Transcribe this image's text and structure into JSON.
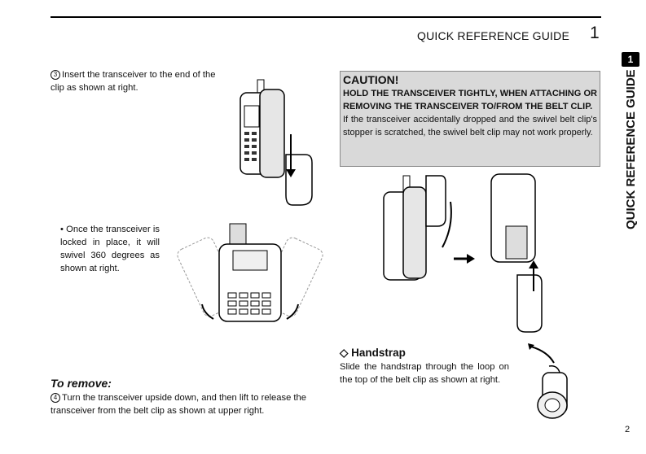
{
  "header": {
    "title": "QUICK REFERENCE GUIDE",
    "page_section": "1"
  },
  "side_tab": {
    "badge": "1",
    "label": "QUICK REFERENCE GUIDE"
  },
  "step3": {
    "marker": "3",
    "text": "Insert the transceiver to the end of the clip as shown at right."
  },
  "bullet": {
    "text": "• Once the transceiver is locked in place, it will swivel 360 degrees as shown at right."
  },
  "remove": {
    "heading": "To remove:",
    "marker": "4",
    "text": "Turn the transceiver upside down, and then lift to release the transceiver from the belt clip as shown at upper right."
  },
  "caution": {
    "title": "CAUTION!",
    "bold_text": "HOLD THE TRANSCEIVER TIGHTLY, WHEN ATTACHING OR REMOVING THE TRANSCEIVER TO/FROM THE BELT CLIP.",
    "text": "If the transceiver accidentally dropped and the swivel belt clip's stopper is scratched, the swivel belt clip may not work properly."
  },
  "handstrap": {
    "title": "◇ Handstrap",
    "text": "Slide the handstrap through the loop on the top of the belt clip as shown at right."
  },
  "page_number": "2"
}
